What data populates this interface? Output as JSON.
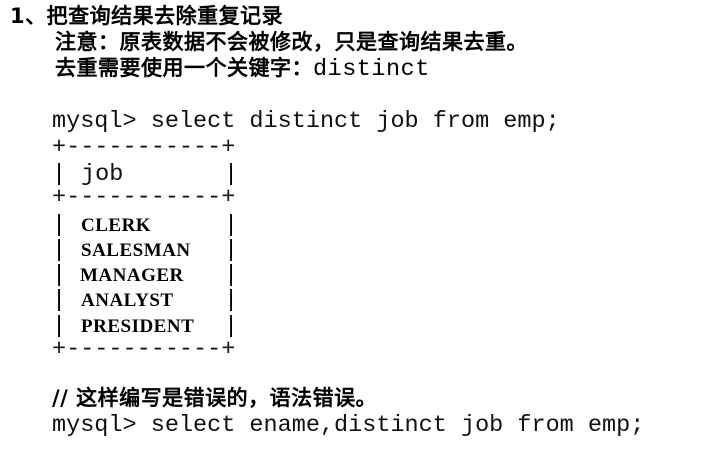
{
  "section": {
    "heading": "1、把查询结果去除重复记录",
    "note_line1": "注意：原表数据不会被修改，只是查询结果去重。",
    "note_line2_prefix": "去重需要使用一个关键字：",
    "note_line2_keyword": "distinct"
  },
  "query1": {
    "command": "mysql> select distinct job from emp;"
  },
  "result_table": {
    "border": "+-----------+",
    "column_header": "job",
    "rows": [
      "CLERK",
      "SALESMAN",
      "MANAGER",
      "ANALYST",
      "PRESIDENT"
    ],
    "bar": "|"
  },
  "wrong_example": {
    "comment": "// 这样编写是错误的，语法错误。",
    "command": "mysql> select ename,distinct job from emp;"
  }
}
